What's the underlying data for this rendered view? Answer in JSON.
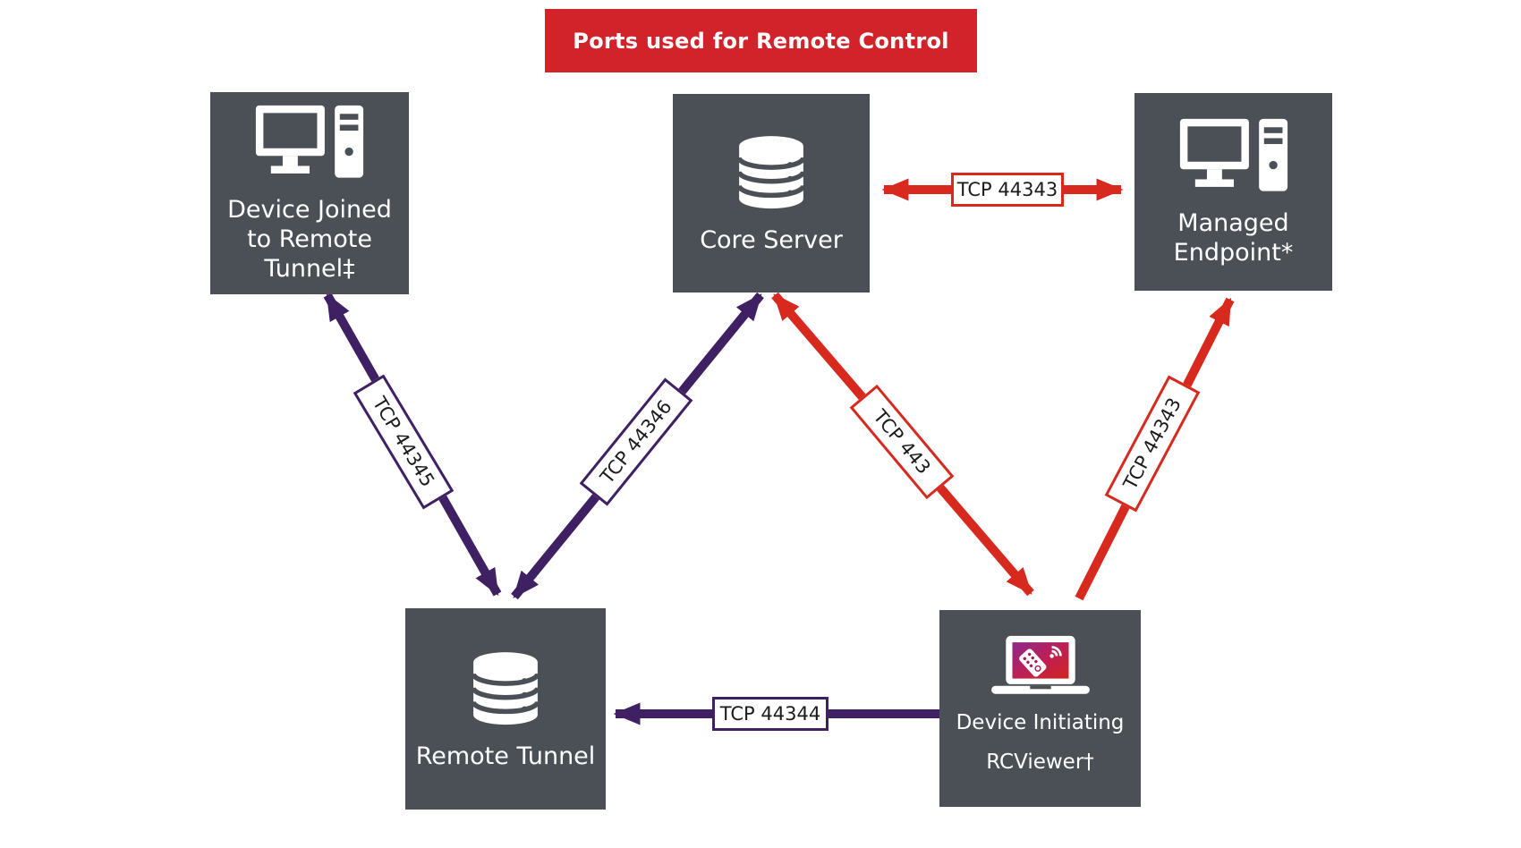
{
  "title": "Ports used for Remote Control",
  "colors": {
    "banner_bg": "#d2232a",
    "banner_text": "#ffffff",
    "node_bg": "#4b5056",
    "node_text": "#ffffff",
    "arrow_red": "#d8291f",
    "arrow_purple": "#3e2063",
    "label_bg": "#ffffff",
    "label_text": "#1b1b1b"
  },
  "nodes": [
    {
      "id": "device-joined-tunnel",
      "label": "Device Joined\nto Remote\nTunnel‡",
      "icon": "desktop-computer-icon"
    },
    {
      "id": "core-server",
      "label": "Core Server",
      "icon": "database-icon"
    },
    {
      "id": "managed-endpoint",
      "label": "Managed\nEndpoint*",
      "icon": "desktop-computer-icon"
    },
    {
      "id": "remote-tunnel",
      "label": "Remote Tunnel",
      "icon": "database-icon"
    },
    {
      "id": "device-initiating-rcviewer",
      "label": "Device Initiating\nRCViewer†",
      "icon": "laptop-rcviewer-icon"
    }
  ],
  "connections": [
    {
      "from": "core-server",
      "to": "managed-endpoint",
      "port": "TCP 44343",
      "color": "red",
      "arrows": "both"
    },
    {
      "from": "device-joined-tunnel",
      "to": "remote-tunnel",
      "port": "TCP 44345",
      "color": "purple",
      "arrows": "both"
    },
    {
      "from": "remote-tunnel",
      "to": "core-server",
      "port": "TCP 44346",
      "color": "purple",
      "arrows": "both"
    },
    {
      "from": "core-server",
      "to": "device-initiating-rcviewer",
      "port": "TCP 443",
      "color": "red",
      "arrows": "both"
    },
    {
      "from": "device-initiating-rcviewer",
      "to": "managed-endpoint",
      "port": "TCP 44343",
      "color": "red",
      "arrows": "single"
    },
    {
      "from": "device-initiating-rcviewer",
      "to": "remote-tunnel",
      "port": "TCP 44344",
      "color": "purple",
      "arrows": "single"
    }
  ]
}
